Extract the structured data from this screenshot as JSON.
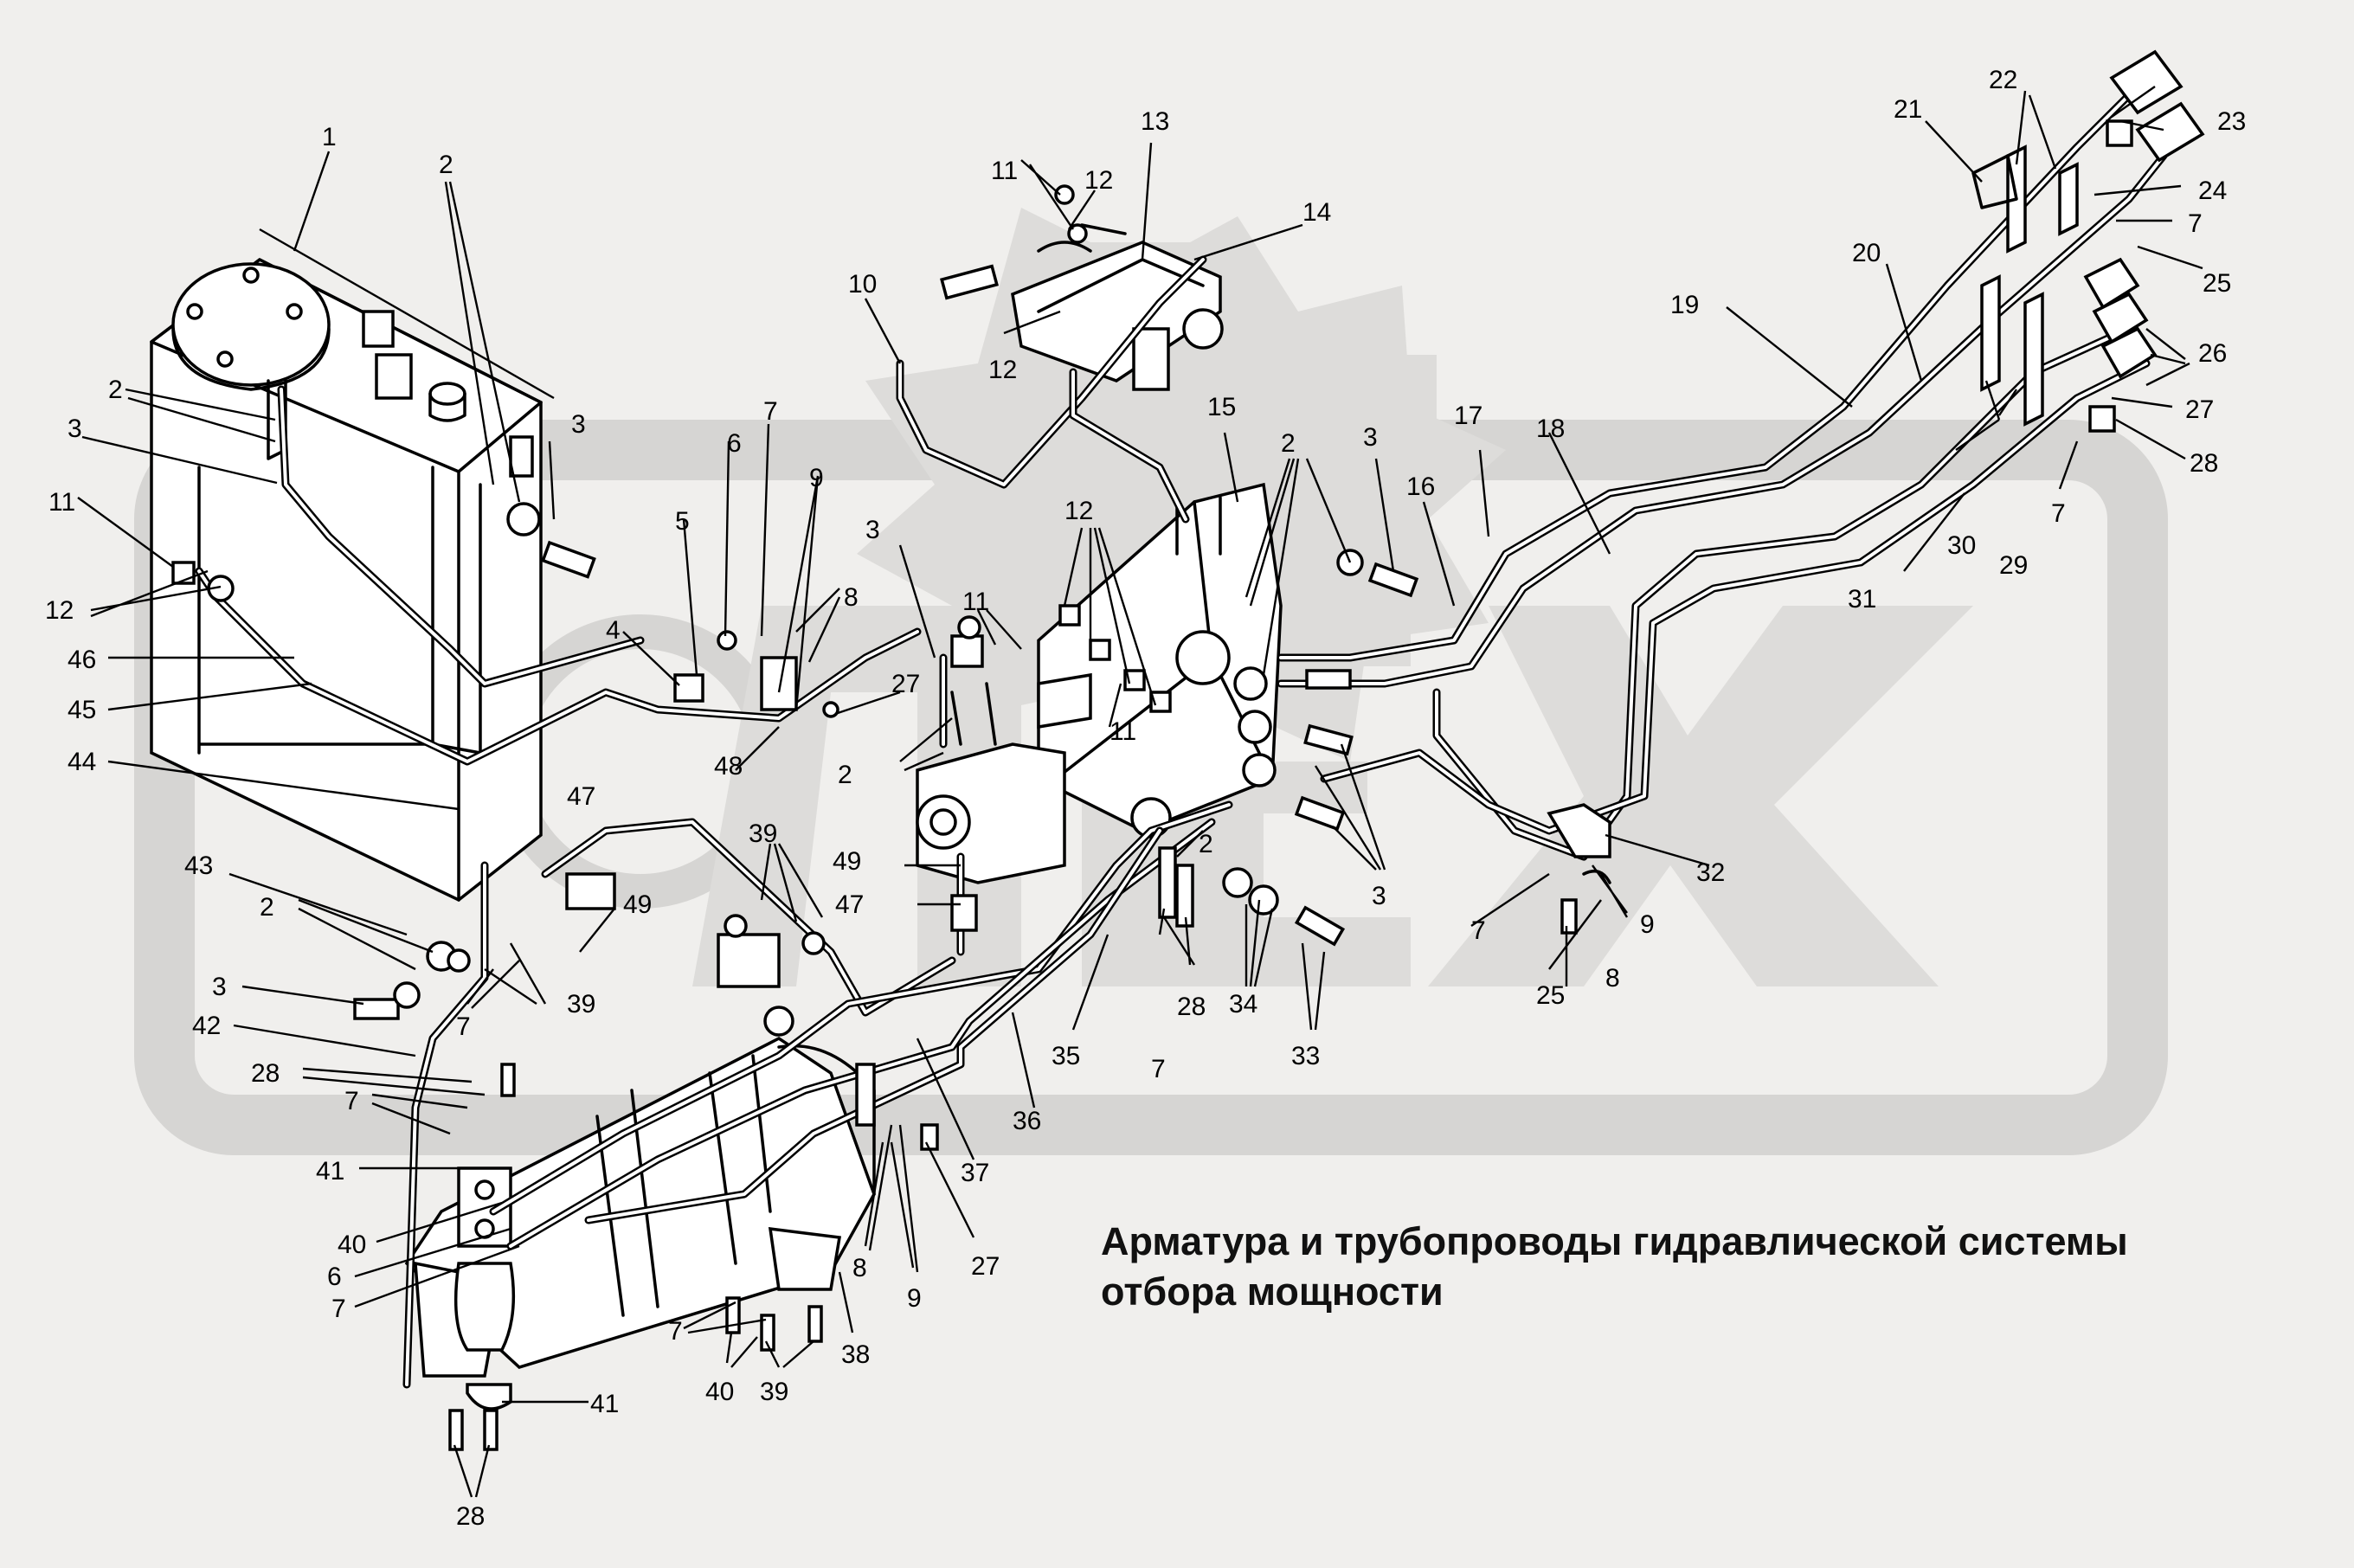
{
  "caption": {
    "line1": "Арматура и трубопроводы гидравлической системы",
    "line2": "отбора мощности"
  },
  "watermark": {
    "text": "ОЛЕХ",
    "color": "#d6d5d3"
  },
  "colors": {
    "background": "#f0efed",
    "ink": "#000000"
  },
  "callouts": [
    {
      "id": "c1",
      "text": "1"
    },
    {
      "id": "c2a",
      "text": "2"
    },
    {
      "id": "c3a",
      "text": "3"
    },
    {
      "id": "c2b",
      "text": "2"
    },
    {
      "id": "c3b",
      "text": "3"
    },
    {
      "id": "c11a",
      "text": "11"
    },
    {
      "id": "c12a",
      "text": "12"
    },
    {
      "id": "c46",
      "text": "46"
    },
    {
      "id": "c45",
      "text": "45"
    },
    {
      "id": "c44",
      "text": "44"
    },
    {
      "id": "c4",
      "text": "4"
    },
    {
      "id": "c5",
      "text": "5"
    },
    {
      "id": "c6a",
      "text": "6"
    },
    {
      "id": "c7a",
      "text": "7"
    },
    {
      "id": "c9a",
      "text": "9"
    },
    {
      "id": "c8a",
      "text": "8"
    },
    {
      "id": "c27a",
      "text": "27"
    },
    {
      "id": "c48",
      "text": "48"
    },
    {
      "id": "c10",
      "text": "10"
    },
    {
      "id": "c11b",
      "text": "11"
    },
    {
      "id": "c12b",
      "text": "12"
    },
    {
      "id": "c13",
      "text": "13"
    },
    {
      "id": "c14",
      "text": "14"
    },
    {
      "id": "c12c",
      "text": "12"
    },
    {
      "id": "c3c",
      "text": "3"
    },
    {
      "id": "c12d",
      "text": "12"
    },
    {
      "id": "c11c",
      "text": "11"
    },
    {
      "id": "c2c",
      "text": "2"
    },
    {
      "id": "c11d",
      "text": "11"
    },
    {
      "id": "c15",
      "text": "15"
    },
    {
      "id": "c2d",
      "text": "2"
    },
    {
      "id": "c3d",
      "text": "3"
    },
    {
      "id": "c16",
      "text": "16"
    },
    {
      "id": "c17",
      "text": "17"
    },
    {
      "id": "c18",
      "text": "18"
    },
    {
      "id": "c19",
      "text": "19"
    },
    {
      "id": "c20",
      "text": "20"
    },
    {
      "id": "c21",
      "text": "21"
    },
    {
      "id": "c22",
      "text": "22"
    },
    {
      "id": "c23",
      "text": "23"
    },
    {
      "id": "c24",
      "text": "24"
    },
    {
      "id": "c7b",
      "text": "7"
    },
    {
      "id": "c25a",
      "text": "25"
    },
    {
      "id": "c26",
      "text": "26"
    },
    {
      "id": "c27b",
      "text": "27"
    },
    {
      "id": "c28a",
      "text": "28"
    },
    {
      "id": "c7c",
      "text": "7"
    },
    {
      "id": "c29",
      "text": "29"
    },
    {
      "id": "c30",
      "text": "30"
    },
    {
      "id": "c31",
      "text": "31"
    },
    {
      "id": "c32",
      "text": "32"
    },
    {
      "id": "c9b",
      "text": "9"
    },
    {
      "id": "c7d",
      "text": "7"
    },
    {
      "id": "c8b",
      "text": "8"
    },
    {
      "id": "c25b",
      "text": "25"
    },
    {
      "id": "c3e",
      "text": "3"
    },
    {
      "id": "c2e",
      "text": "2"
    },
    {
      "id": "c34",
      "text": "34"
    },
    {
      "id": "c28b",
      "text": "28"
    },
    {
      "id": "c7e",
      "text": "7"
    },
    {
      "id": "c33",
      "text": "33"
    },
    {
      "id": "c35",
      "text": "35"
    },
    {
      "id": "c36",
      "text": "36"
    },
    {
      "id": "c37",
      "text": "37"
    },
    {
      "id": "c49a",
      "text": "49"
    },
    {
      "id": "c47a",
      "text": "47"
    },
    {
      "id": "c39a",
      "text": "39"
    },
    {
      "id": "c47b",
      "text": "47"
    },
    {
      "id": "c49b",
      "text": "49"
    },
    {
      "id": "c43",
      "text": "43"
    },
    {
      "id": "c2f",
      "text": "2"
    },
    {
      "id": "c3f",
      "text": "3"
    },
    {
      "id": "c39b",
      "text": "39"
    },
    {
      "id": "c7f",
      "text": "7"
    },
    {
      "id": "c42",
      "text": "42"
    },
    {
      "id": "c28c",
      "text": "28"
    },
    {
      "id": "c7g",
      "text": "7"
    },
    {
      "id": "c41a",
      "text": "41"
    },
    {
      "id": "c40a",
      "text": "40"
    },
    {
      "id": "c6b",
      "text": "6"
    },
    {
      "id": "c7h",
      "text": "7"
    },
    {
      "id": "c8c",
      "text": "8"
    },
    {
      "id": "c9c",
      "text": "9"
    },
    {
      "id": "c27c",
      "text": "27"
    },
    {
      "id": "c38",
      "text": "38"
    },
    {
      "id": "c7i",
      "text": "7"
    },
    {
      "id": "c40b",
      "text": "40"
    },
    {
      "id": "c39c",
      "text": "39"
    },
    {
      "id": "c41b",
      "text": "41"
    },
    {
      "id": "c28d",
      "text": "28"
    }
  ]
}
